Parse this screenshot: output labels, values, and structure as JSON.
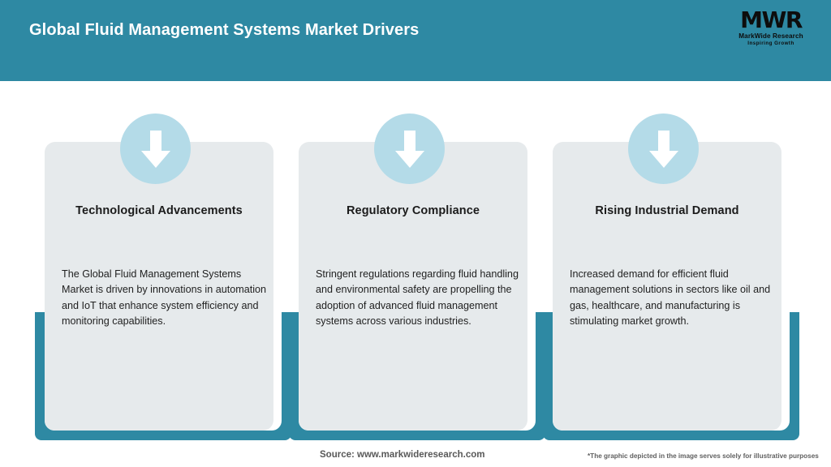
{
  "header": {
    "title": "Global Fluid Management Systems Market Drivers",
    "background_color": "#2e89a3",
    "title_color": "#ffffff",
    "logo": {
      "mark": "MWR",
      "name": "MarkWide Research",
      "tagline": "Inspiring Growth",
      "icon": "mwr-logo-icon"
    }
  },
  "theme": {
    "accent_teal": "#2e89a3",
    "icon_circle_blue": "#b4dbe8",
    "card_background": "#e6eaec",
    "page_background": "#ffffff",
    "body_text_color": "#1f1f1f"
  },
  "cards": [
    {
      "icon": "arrow-down-icon",
      "title": "Technological Advancements",
      "body": "The Global Fluid Management Systems Market is driven by innovations in automation and IoT that enhance system efficiency and monitoring capabilities."
    },
    {
      "icon": "arrow-down-icon",
      "title": "Regulatory Compliance",
      "body": "Stringent regulations regarding fluid handling and environmental safety are propelling the adoption of advanced fluid management systems across various industries."
    },
    {
      "icon": "arrow-down-icon",
      "title": "Rising Industrial Demand",
      "body": "Increased demand for efficient fluid management solutions in sectors like oil and gas, healthcare, and manufacturing is stimulating market growth."
    }
  ],
  "footer": {
    "source": "Source: www.markwideresearch.com",
    "disclaimer": "*The graphic depicted in the image serves solely for illustrative purposes"
  }
}
